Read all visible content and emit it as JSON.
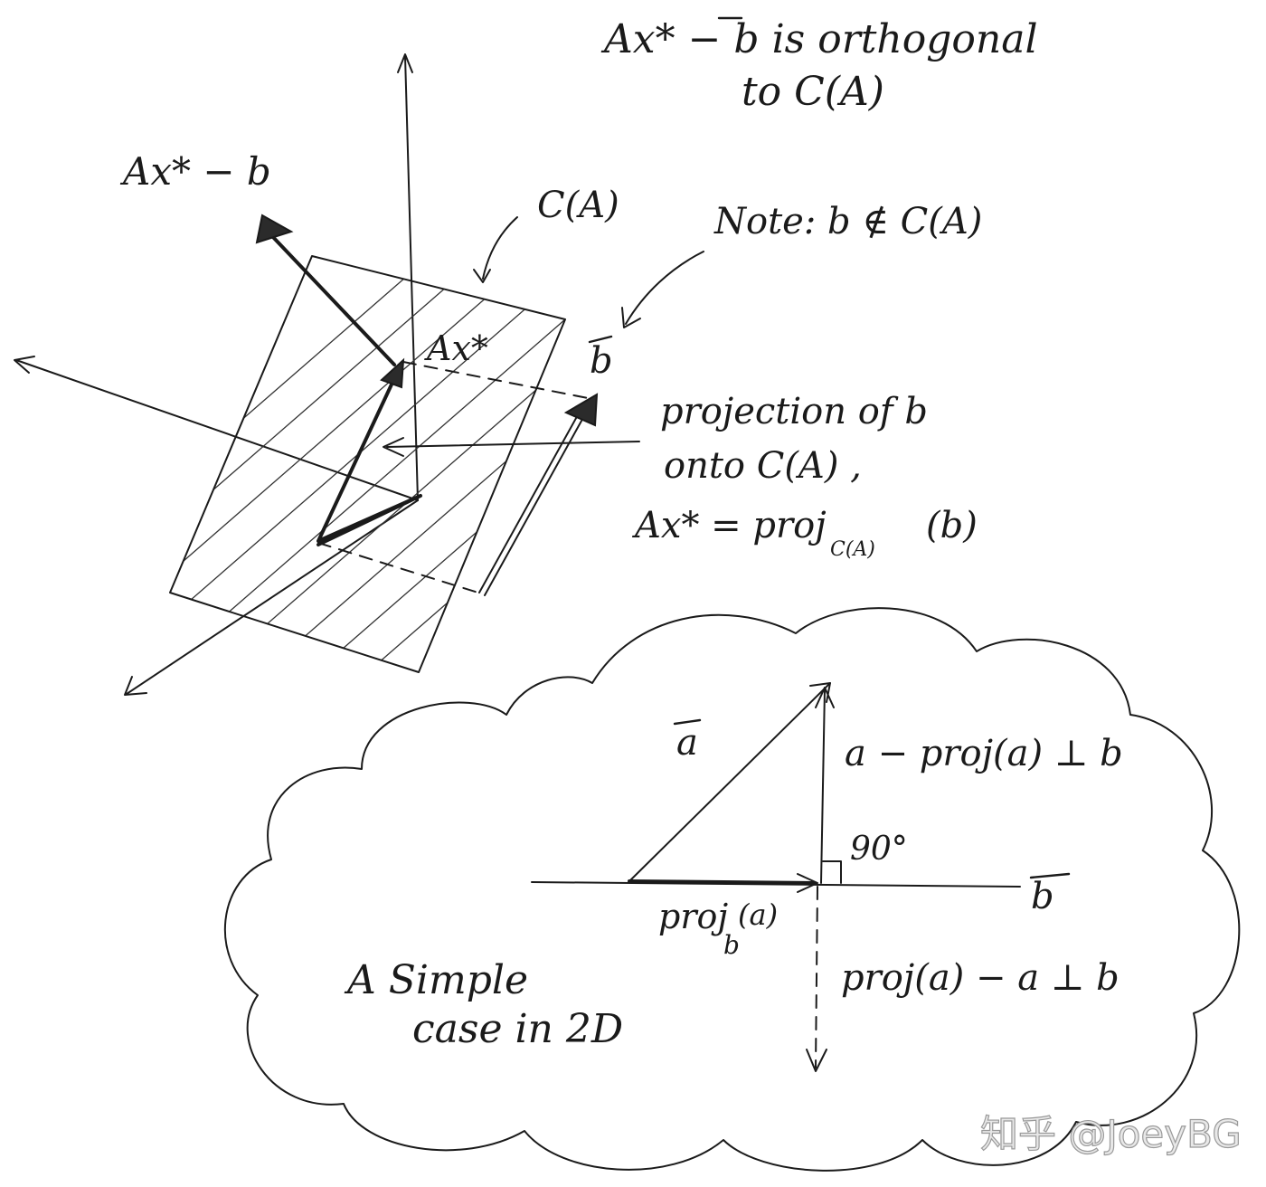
{
  "title": {
    "line1": "Ax* − b is orthogonal",
    "line2": "to C(A)"
  },
  "labels": {
    "residual": "Ax* − b",
    "column_space": "C(A)",
    "note": "Note: b ∉ C(A)",
    "b_vector": "b",
    "ax_star": "Ax*",
    "projection_line1": "projection of b",
    "projection_line2": "onto C(A) ,",
    "projection_line3": "Ax* = proj",
    "projection_sub": "C(A)",
    "projection_arg": "(b)"
  },
  "cloud": {
    "a_vector": "a",
    "perp_up": "a − proj(a) ⊥ b",
    "angle": "90°",
    "b_axis": "b",
    "proj_label": "proj",
    "proj_sub": "b",
    "proj_arg": "(a)",
    "perp_down": "proj(a) − a ⊥ b",
    "caption_line1": "A Simple",
    "caption_line2": "case in 2D"
  },
  "watermark": "知乎 @JoeyBG"
}
